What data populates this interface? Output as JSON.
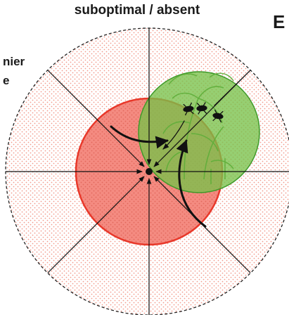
{
  "panel_letter": "E",
  "top_label": "suboptimal / absent",
  "left_label": {
    "line1": "nier",
    "line2": "e"
  },
  "colors": {
    "outer_fill_dots": "#f29a8c",
    "outer_border": "#222222",
    "red_zone_fill": "#f2776b",
    "red_zone_border": "#e8382a",
    "green_zone_fill": "#79c24a",
    "green_zone_border": "#3f9a2a",
    "arrow": "#111111",
    "plant_outline": "#5fae3a"
  },
  "icons": {
    "center": "center-dot",
    "plants": "plant-sketch-icon",
    "insects": "insect-icon"
  }
}
